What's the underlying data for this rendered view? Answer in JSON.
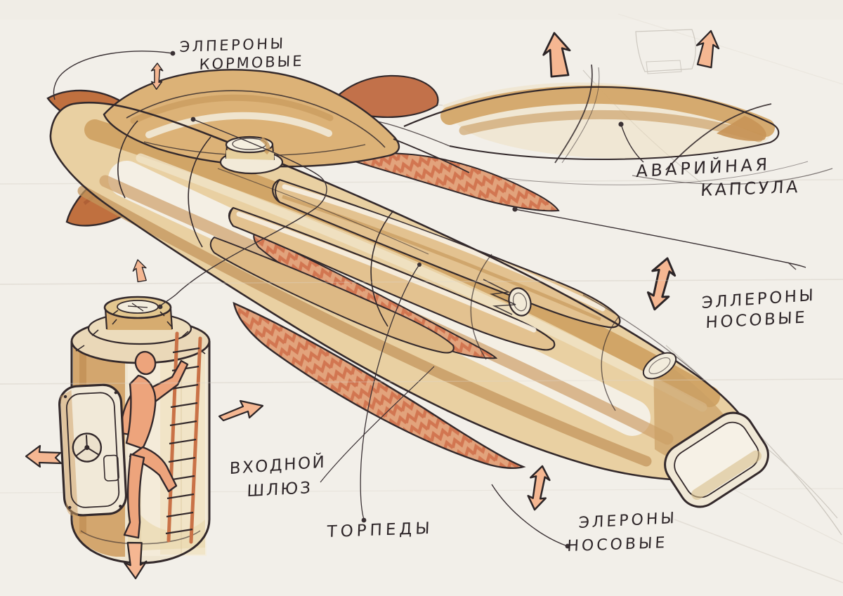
{
  "labels": {
    "stern_ailerons_line1": "ЭЛПЕРОНЫ",
    "stern_ailerons_line2": "КОРМОВЫЕ",
    "emergency_capsule_line1": "АВАРИЙНАЯ",
    "emergency_capsule_line2": "КАПСУЛА",
    "bow_ailerons_right_line1": "ЭЛЛЕРОНЫ",
    "bow_ailerons_right_line2": "НОСОВЫЕ",
    "entry_airlock_line1": "ВХОДНОЙ",
    "entry_airlock_line2": "ШЛЮЗ",
    "torpedoes": "ТОРПЕДЫ",
    "bow_ailerons_bottom_line1": "ЭЛЕРОНЫ",
    "bow_ailerons_bottom_line2": "НОСОВЫЕ"
  },
  "arrows": {
    "stern_aileron_travel": "double-vertical",
    "capsule_eject_left": "up",
    "capsule_eject_right": "up",
    "bow_aileron_travel_right": "double-vertical",
    "bow_aileron_travel_bottom": "double-vertical",
    "airlock_top": "up",
    "airlock_bottom": "down",
    "airlock_to_hull": "right",
    "airlock_door_out": "left"
  },
  "palette": {
    "paper": "#f2efe9",
    "ink": "#2f272a",
    "marker_tan": "#d2a468",
    "marker_tan_light": "#e9d2a6",
    "marker_tan_deep": "#b9854b",
    "marker_rust": "#c0703f",
    "marker_coral": "#e2a37c",
    "zigzag_hatch": "#cf6f4a",
    "arrow_fill": "#f5b792",
    "pencil": "#c7c2b9"
  }
}
